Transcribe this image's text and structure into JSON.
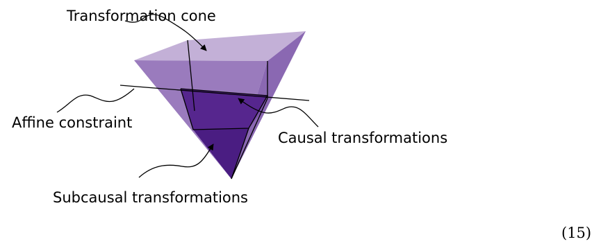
{
  "diagram": {
    "labels": {
      "transformation_cone": "Transformation cone",
      "affine_constraint": "Affine constraint",
      "causal_transformations": "Causal transformations",
      "subcausal_transformations": "Subcausal transformations"
    },
    "equation_number": "(15)",
    "colors": {
      "cone_top": "#c3b0d7",
      "cone_left_face": "#9a7bbd",
      "cone_right_face": "#8a68b2",
      "causal_region": "#56268e",
      "subcausal_region": "#4a1d82",
      "causal_inner_light": "#7a52a8"
    }
  }
}
